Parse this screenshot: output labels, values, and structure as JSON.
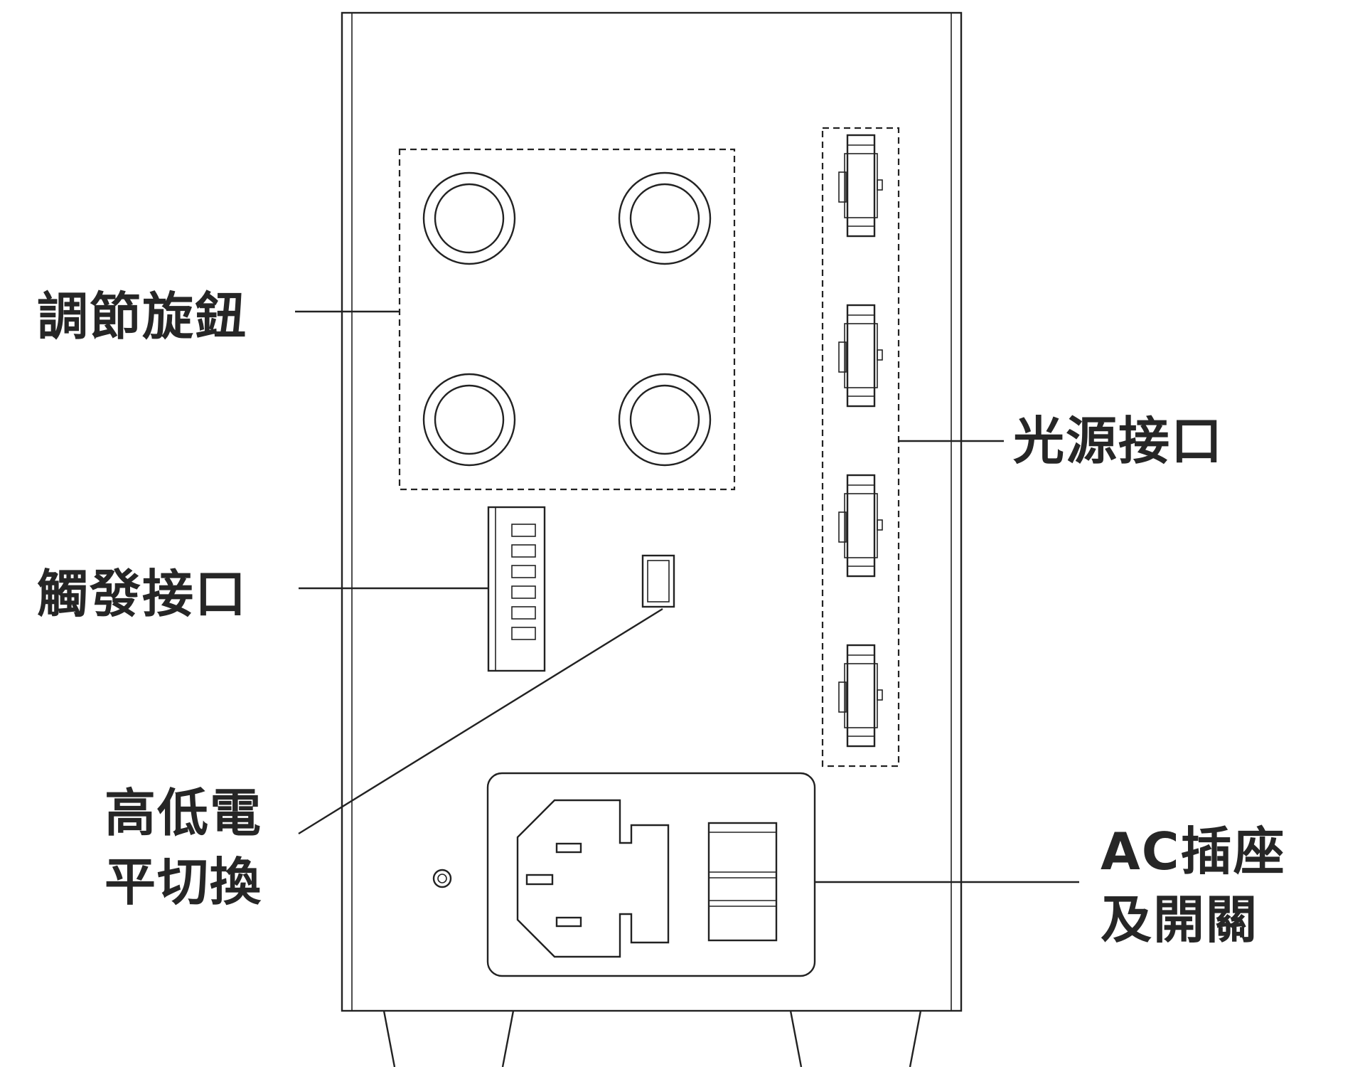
{
  "diagram": {
    "labels": {
      "knobs": "調節旋鈕",
      "trigger": "觸發接口",
      "level_switch_line1": "高低電",
      "level_switch_line2": "平切換",
      "light_source": "光源接口",
      "ac_line1": "AC插座",
      "ac_line2": "及開關"
    },
    "components": {
      "knob_count": 4,
      "trigger_pin_count": 6,
      "light_connector_count": 4,
      "ac_inlet_pin_count": 3,
      "rocker_switch_segments": 3
    },
    "colors": {
      "line": "#222222",
      "label_text": "#262626",
      "background": "#ffffff"
    }
  }
}
